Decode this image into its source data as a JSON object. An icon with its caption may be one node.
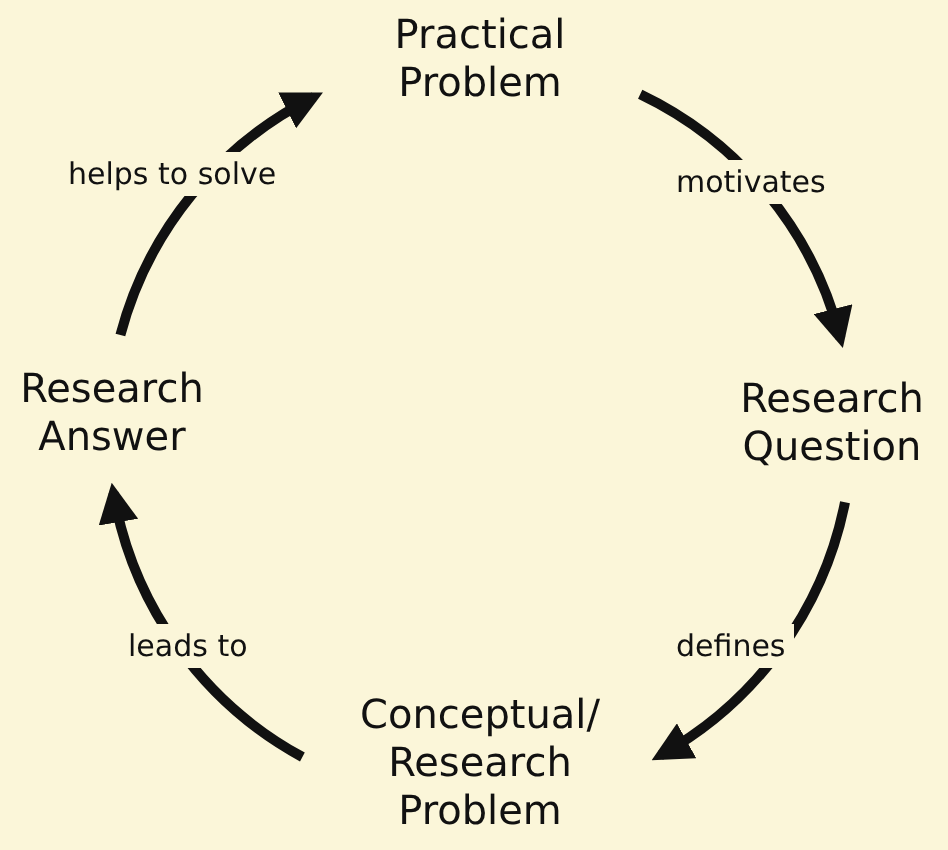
{
  "diagram": {
    "nodes": [
      {
        "text": [
          "Practical Problem"
        ]
      },
      {
        "text": [
          "Research Question"
        ]
      },
      {
        "text": [
          "Conceptual/ Research Problem"
        ]
      },
      {
        "text": [
          "Research Answer"
        ]
      }
    ],
    "edges": [
      {
        "from": 0,
        "to": 1,
        "arrow": "to",
        "label": "motivates"
      },
      {
        "from": 1,
        "to": 2,
        "arrow": "to",
        "label": "defines"
      },
      {
        "from": 2,
        "to": 3,
        "arrow": "to",
        "label": "leads to"
      },
      {
        "from": 3,
        "to": 0,
        "arrow": "to",
        "label": "helps to solve"
      }
    ]
  }
}
